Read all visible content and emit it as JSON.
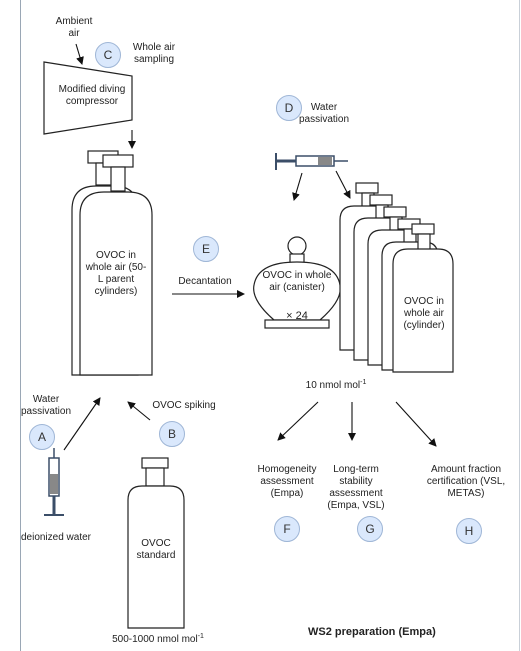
{
  "badges": {
    "A": "A",
    "B": "B",
    "C": "C",
    "D": "D",
    "E": "E",
    "F": "F",
    "G": "G",
    "H": "H"
  },
  "labels": {
    "ambient_air": "Ambient air",
    "whole_air_sampling": "Whole air sampling",
    "compressor": "Modified diving compressor",
    "water_passivation": "Water passivation",
    "parent_cylinders": "OVOC in whole air (50-L parent cylinders)",
    "decantation": "Decantation",
    "canister": "OVOC in whole air (canister)",
    "times_24": "× 24",
    "cylinder": "OVOC in whole air (cylinder)",
    "nmol_10": "10 nmol mol",
    "nmol_10_sup": "-1",
    "water_passivation_a": "Water passivation",
    "ovoc_spiking": "OVOC spiking",
    "deionized_water": "deionized water",
    "ovoc_standard": "OVOC standard",
    "nmol_500": "500-1000 nmol mol",
    "nmol_500_sup": "-1",
    "homogeneity": "Homogeneity assessment (Empa)",
    "longterm": "Long-term stability assessment (Empa, VSL)",
    "amount_fraction": "Amount fraction certification (VSL, METAS)",
    "title": "WS2 preparation (Empa)"
  },
  "colors": {
    "badge_fill": "#dae8fc",
    "badge_stroke": "#9fb6d6",
    "syringe_body": "#3b4e68"
  }
}
